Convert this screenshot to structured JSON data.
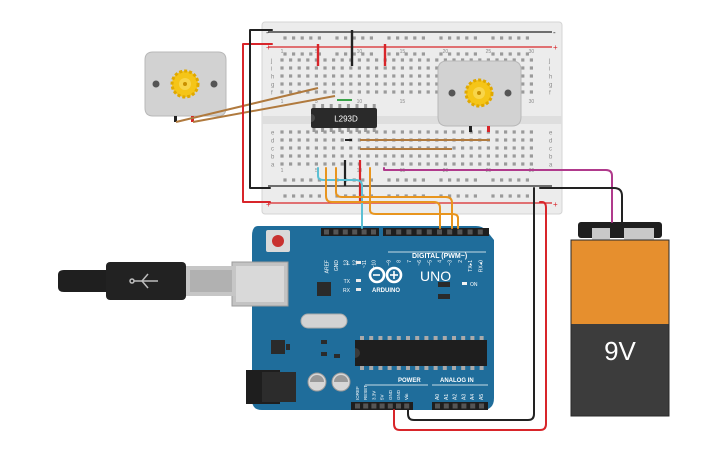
{
  "breadboard": {
    "row_letters_top": [
      "j",
      "i",
      "h",
      "g",
      "f"
    ],
    "row_letters_bottom": [
      "e",
      "d",
      "c",
      "b",
      "a"
    ],
    "column_numbers": [
      "1",
      "5",
      "10",
      "15",
      "20",
      "25",
      "30"
    ],
    "rail_plus": "+",
    "rail_minus": "-"
  },
  "ic": {
    "label": "L293D"
  },
  "arduino": {
    "logo_text": "UNO",
    "brand": "ARDUINO",
    "digital_label": "DIGITAL (PWM~)",
    "top_pins": [
      "AREF",
      "GND",
      "13",
      "12",
      "~11",
      "~10",
      "~9",
      "8",
      "7",
      "~6",
      "~5",
      "4",
      "~3",
      "2",
      "TX▸1",
      "RX◂0"
    ],
    "power_label": "POWER",
    "analog_label": "ANALOG IN",
    "power_pins": [
      "IOREF",
      "RESET",
      "3.3V",
      "5V",
      "GND",
      "GND",
      "Vin"
    ],
    "analog_pins": [
      "A0",
      "A1",
      "A2",
      "A3",
      "A4",
      "A5"
    ],
    "indicators": [
      "L",
      "TX",
      "RX"
    ],
    "on_label": "ON"
  },
  "battery": {
    "label": "9V"
  },
  "colors": {
    "breadboard": "#e9e9e9",
    "arduino_board": "#1f6d9b",
    "wire_red": "#d8252a",
    "wire_black": "#222222",
    "wire_orange": "#e8951e",
    "wire_cyan": "#5bc0d4",
    "wire_magenta": "#b03a8c",
    "wire_brown": "#b07a3e",
    "battery_orange": "#e68f2e",
    "battery_dark": "#3c3c3c",
    "motor_body": "#c9c9c9",
    "motor_gear": "#f5c518"
  },
  "icons": [
    "dc-motor-icon",
    "usb-cable-icon",
    "battery-icon",
    "ic-chip-icon",
    "arduino-logo-icon"
  ]
}
